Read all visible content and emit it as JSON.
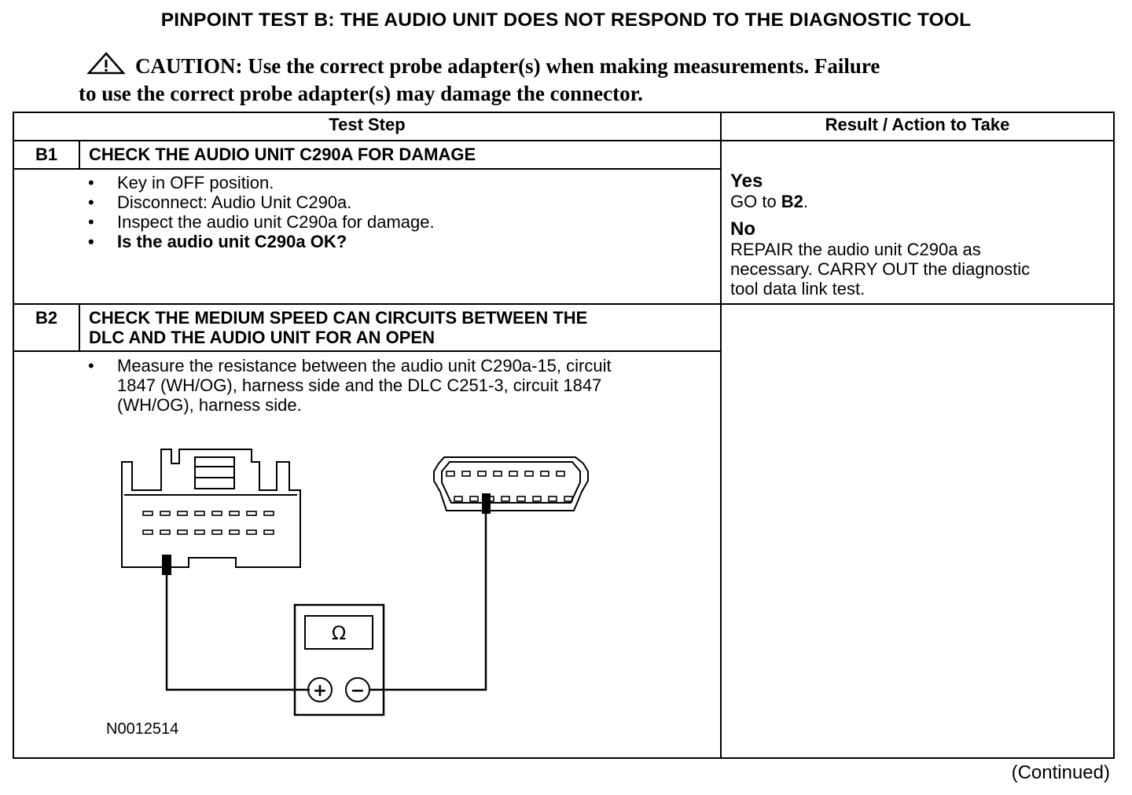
{
  "title": "PINPOINT TEST  B: THE AUDIO UNIT DOES NOT RESPOND TO THE DIAGNOSTIC TOOL",
  "caution": {
    "line1": "CAUTION: Use the correct probe adapter(s) when making measurements. Failure",
    "line2": "to use the correct probe adapter(s) may damage the connector.",
    "icon": "warning-triangle-icon"
  },
  "table": {
    "headers": {
      "test_step": "Test Step",
      "result": "Result / Action to Take"
    },
    "steps": [
      {
        "id": "B1",
        "heading": "CHECK THE AUDIO UNIT C290A FOR DAMAGE",
        "bullets": [
          "Key in OFF position.",
          "Disconnect: Audio Unit C290a.",
          "Inspect the audio unit C290a for damage.",
          "Is the audio unit C290a OK?"
        ],
        "result": {
          "yes_label": "Yes",
          "yes_prefix": "GO to ",
          "yes_target": "B2",
          "yes_suffix": ".",
          "no_label": "No",
          "no_text_1": "REPAIR the audio unit C290a as",
          "no_text_2": "necessary. CARRY OUT the diagnostic",
          "no_text_3": "tool data link test."
        }
      },
      {
        "id": "B2",
        "heading_1": "CHECK THE MEDIUM SPEED CAN CIRCUITS BETWEEN THE",
        "heading_2": "DLC AND THE AUDIO UNIT FOR AN OPEN",
        "bullet_1": "Measure the resistance between the audio unit C290a-15, circuit",
        "bullet_2": "1847 (WH/OG), harness side and the DLC C251-3, circuit 1847",
        "bullet_3": "(WH/OG), harness side."
      }
    ]
  },
  "diagram": {
    "id": "N0012514",
    "meter_symbol": "Ω",
    "plus": "+",
    "minus": "−"
  },
  "footer": {
    "continued": "(Continued)"
  }
}
